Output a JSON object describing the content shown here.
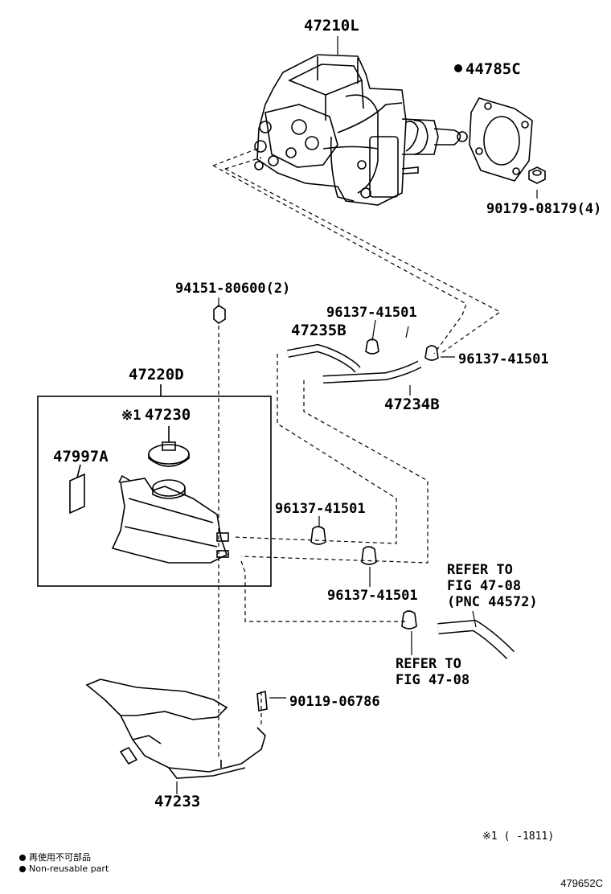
{
  "labels": {
    "master_cylinder": "47210L",
    "gasket": "44785C",
    "nut_qty": "90179-08179(4)",
    "bolt_top": "94151-80600(2)",
    "clip_a": "96137-41501",
    "hose_a": "47235B",
    "clip_b": "96137-41501",
    "reservoir_assy": "47220D",
    "cap_mark": "※1",
    "cap": "47230",
    "hose_b": "47234B",
    "label_plate": "47997A",
    "clip_c": "96137-41501",
    "clip_d": "96137-41501",
    "refer1_l1": "REFER TO",
    "refer1_l2": "FIG 47-08",
    "refer1_l3": "(PNC 44572)",
    "refer2_l1": "REFER TO",
    "refer2_l2": "FIG 47-08",
    "bolt_bracket": "90119-06786",
    "bracket": "47233"
  },
  "footnote": "※1 (    -1811)",
  "legend": {
    "jp": "再使用不可部品",
    "en": "Non-reusable part"
  },
  "illustration_id": "479652C"
}
